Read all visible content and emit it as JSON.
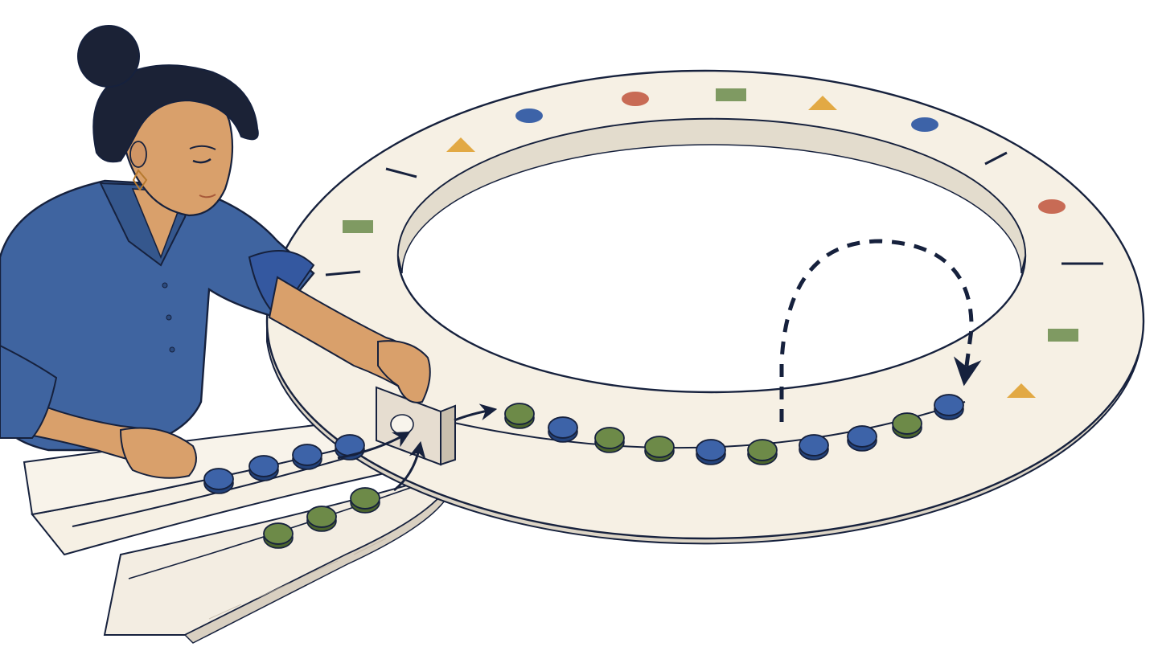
{
  "palette": {
    "paper": "#ffffff",
    "board": "#f6f0e4",
    "board_edge": "#ddd5c6",
    "board_shadow": "#cfc7b7",
    "ink": "#16213d",
    "token_blue": "#3d63a8",
    "token_blue_dark": "#23427a",
    "token_green": "#6d8a48",
    "token_green_dark": "#4a632d",
    "marker_red": "#c86b55",
    "marker_yellow": "#e2a944",
    "marker_green": "#7f9a62",
    "shirt": "#3f64a0",
    "shirt_dark": "#2b4a7e",
    "skin": "#d9a06b",
    "skin_dark": "#b87f4f",
    "hair": "#1b2236",
    "gate": "#e6ddd0"
  },
  "ring_markers": [
    {
      "shape": "circle",
      "color": "blue"
    },
    {
      "shape": "circle",
      "color": "red"
    },
    {
      "shape": "square",
      "color": "green"
    },
    {
      "shape": "triangle",
      "color": "yellow"
    },
    {
      "shape": "circle",
      "color": "blue"
    },
    {
      "shape": "tick",
      "color": "ink"
    },
    {
      "shape": "circle",
      "color": "red"
    },
    {
      "shape": "tick",
      "color": "ink"
    },
    {
      "shape": "square",
      "color": "green"
    },
    {
      "shape": "triangle",
      "color": "yellow"
    },
    {
      "shape": "triangle",
      "color": "yellow"
    },
    {
      "shape": "tick",
      "color": "ink"
    },
    {
      "shape": "square",
      "color": "green"
    },
    {
      "shape": "tick",
      "color": "ink"
    }
  ],
  "ring_tokens": [
    "green",
    "blue",
    "green",
    "green",
    "blue",
    "green",
    "blue",
    "blue",
    "green",
    "blue"
  ],
  "top_lane_tokens": [
    "blue",
    "blue",
    "blue",
    "blue"
  ],
  "bottom_lane_tokens": [
    "green",
    "green",
    "green"
  ],
  "icons": [
    "dashed-loop-arrow-icon",
    "merge-arrow-icon",
    "gate-icon"
  ]
}
